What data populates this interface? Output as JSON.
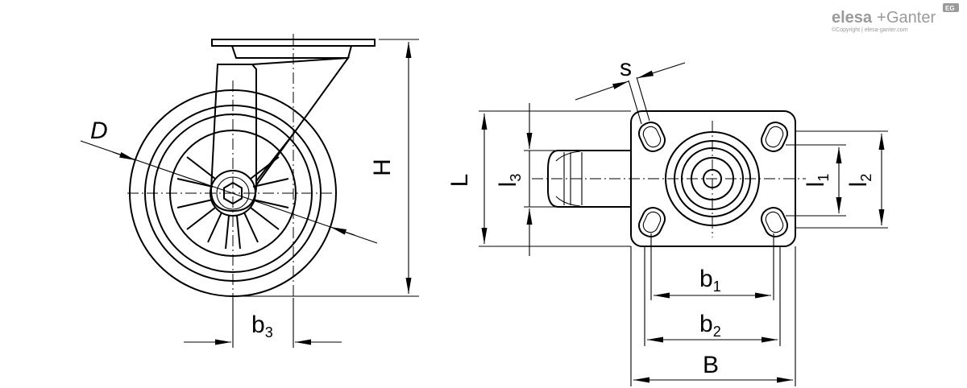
{
  "brand": {
    "name_left": "elesa",
    "name_plus": "+",
    "name_right": "Ganter",
    "badge": "EG",
    "copyright": "©Copyright | elesa-ganter.com"
  },
  "side_view": {
    "labels": {
      "D": "D",
      "H": "H",
      "b3_main": "b",
      "b3_sub": "3"
    }
  },
  "top_view": {
    "labels": {
      "s": "s",
      "L": "L",
      "l3_main": "l",
      "l3_sub": "3",
      "l1_main": "l",
      "l1_sub": "1",
      "l2_main": "l",
      "l2_sub": "2",
      "b1_main": "b",
      "b1_sub": "1",
      "b2_main": "b",
      "b2_sub": "2",
      "B": "B"
    }
  }
}
